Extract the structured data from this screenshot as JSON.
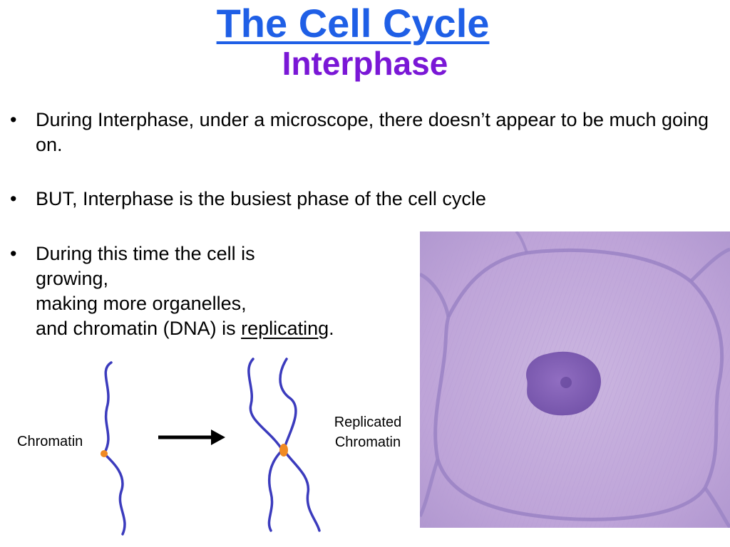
{
  "slide": {
    "title": "The Cell Cycle",
    "subtitle": "Interphase",
    "bullets": [
      {
        "marker": "•",
        "text": "During Interphase, under a microscope, there doesn’t appear to be much going on."
      },
      {
        "marker": "•",
        "text": "BUT, Interphase is the busiest phase of the cell cycle"
      },
      {
        "marker": "•",
        "line1": "During this time the cell is",
        "line2": "growing,",
        "line3": "making more organelles,",
        "line4_prefix": "and chromatin (DNA) is ",
        "line4_underlined": "replicating",
        "line4_suffix": "."
      }
    ]
  },
  "diagram": {
    "label_left": "Chromatin",
    "label_right_line1": "Replicated",
    "label_right_line2": "Chromatin",
    "colors": {
      "strand": "#3b3bbd",
      "centromere": "#f08a24",
      "arrow": "#000000"
    }
  },
  "colors": {
    "title": "#1f5fe6",
    "subtitle": "#7a17d6",
    "cell_background": "#c7b1dd",
    "cell_wall": "#9a83c4",
    "nucleus": "#7d5bb0"
  }
}
